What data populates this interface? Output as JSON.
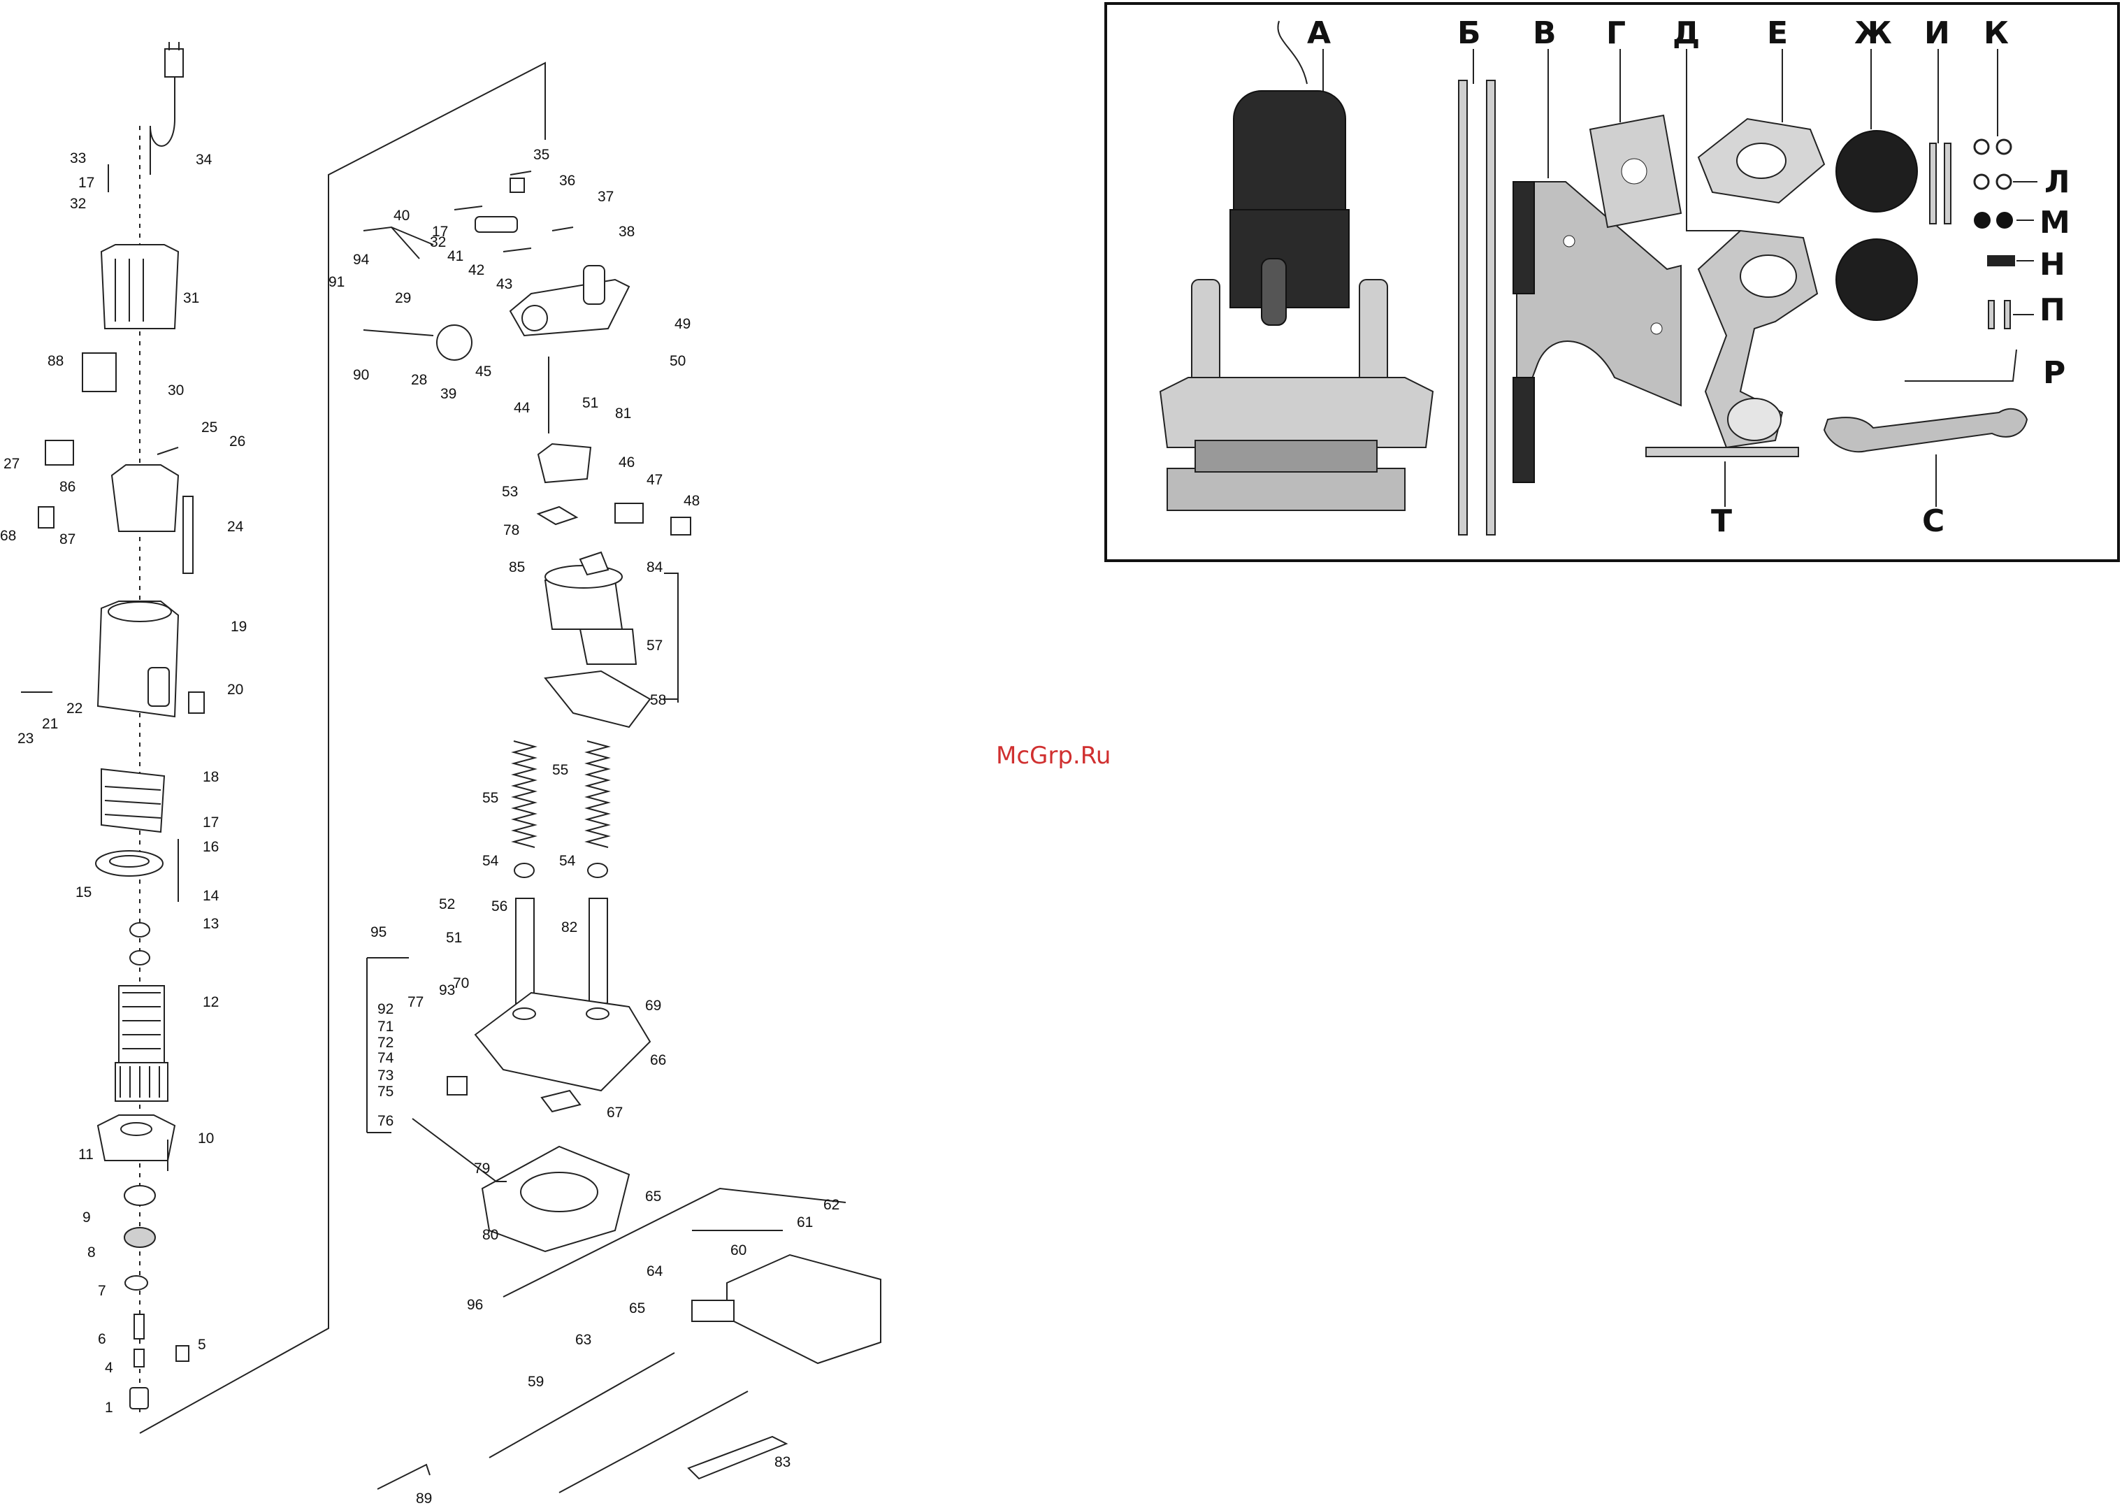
{
  "watermark": "McGrp.Ru",
  "photo_letters": [
    "А",
    "Б",
    "В",
    "Г",
    "Д",
    "Е",
    "Ж",
    "И",
    "К",
    "Л",
    "М",
    "Н",
    "П",
    "Р",
    "Т",
    "С"
  ],
  "part_numbers": [
    "1",
    "4",
    "5",
    "6",
    "7",
    "8",
    "9",
    "10",
    "11",
    "12",
    "13",
    "14",
    "15",
    "16",
    "17",
    "17",
    "17",
    "18",
    "19",
    "20",
    "21",
    "22",
    "23",
    "24",
    "25",
    "26",
    "27",
    "28",
    "29",
    "30",
    "31",
    "32",
    "32",
    "33",
    "34",
    "35",
    "36",
    "37",
    "38",
    "39",
    "40",
    "41",
    "42",
    "43",
    "44",
    "45",
    "46",
    "47",
    "48",
    "49",
    "50",
    "51",
    "51",
    "52",
    "53",
    "54",
    "54",
    "55",
    "55",
    "56",
    "57",
    "58",
    "59",
    "60",
    "61",
    "62",
    "63",
    "64",
    "65",
    "65",
    "66",
    "67",
    "68",
    "69",
    "70",
    "71",
    "72",
    "73",
    "74",
    "75",
    "76",
    "77",
    "78",
    "79",
    "80",
    "81",
    "82",
    "83",
    "84",
    "85",
    "86",
    "87",
    "88",
    "89",
    "90",
    "91",
    "92",
    "93",
    "94",
    "95",
    "96"
  ]
}
